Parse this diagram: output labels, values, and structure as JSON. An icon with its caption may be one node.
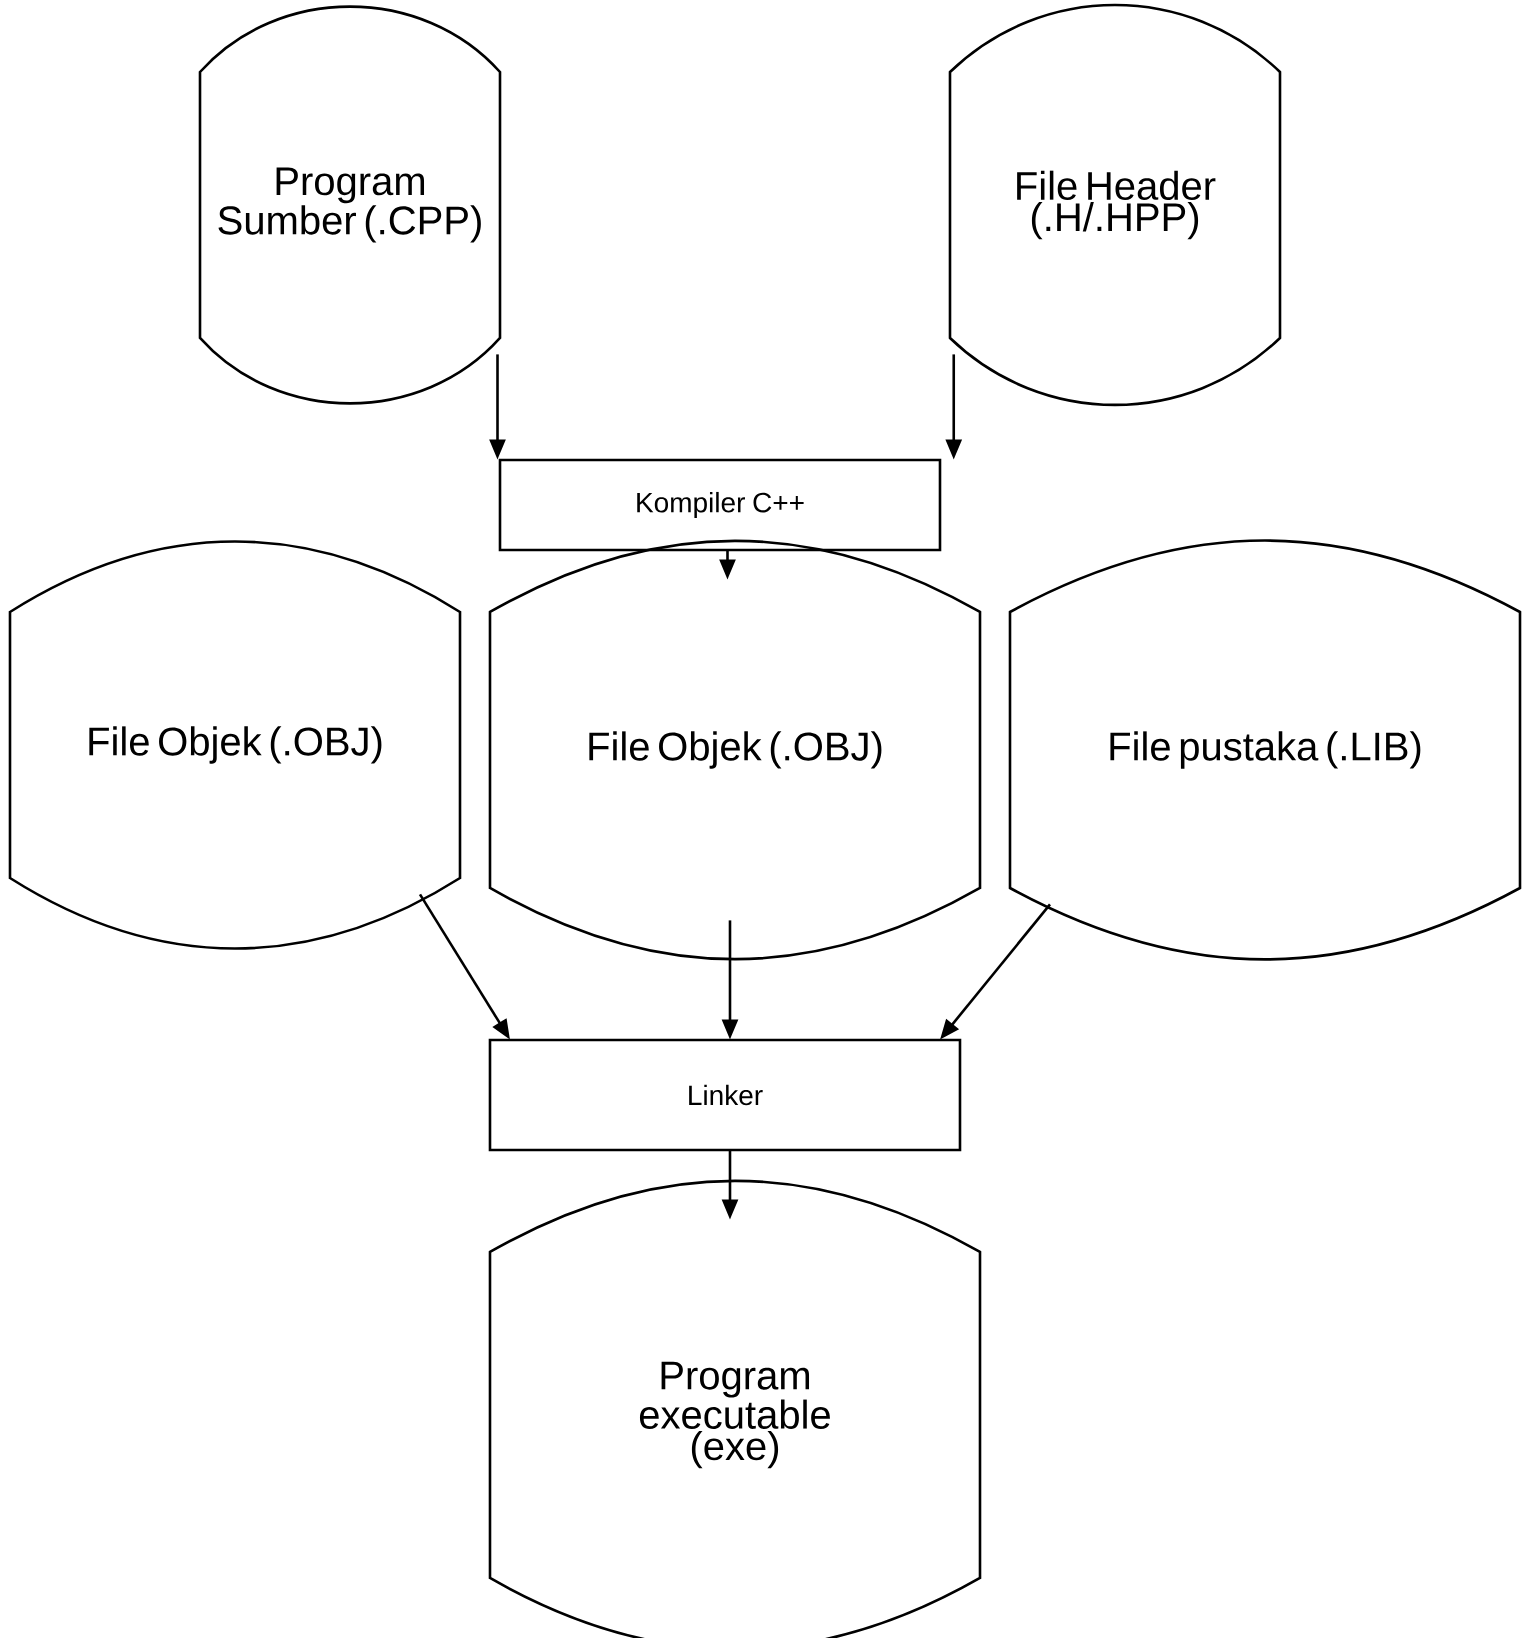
{
  "diagram": {
    "nodes": [
      {
        "text": [
          "Program Sumber (.CPP)"
        ]
      },
      {
        "text": [
          "File Header (.H/.HPP)"
        ]
      },
      {
        "text": [
          "Kompiler C++"
        ]
      },
      {
        "text": [
          "File Objek (.OBJ)"
        ]
      },
      {
        "text": [
          "File Objek (.OBJ)"
        ]
      },
      {
        "text": [
          "File pustaka (.LIB)"
        ]
      },
      {
        "text": [
          "Linker"
        ]
      },
      {
        "text": [
          "Program executable (exe)"
        ]
      }
    ],
    "edges": [
      {
        "from": 0,
        "to": 2,
        "arrow": "to"
      },
      {
        "from": 1,
        "to": 2,
        "arrow": "to"
      },
      {
        "from": 2,
        "to": 4,
        "arrow": "to"
      },
      {
        "from": 3,
        "to": 6,
        "arrow": "to"
      },
      {
        "from": 4,
        "to": 6,
        "arrow": "to"
      },
      {
        "from": 5,
        "to": 6,
        "arrow": "to"
      },
      {
        "from": 6,
        "to": 7,
        "arrow": "to"
      }
    ]
  }
}
